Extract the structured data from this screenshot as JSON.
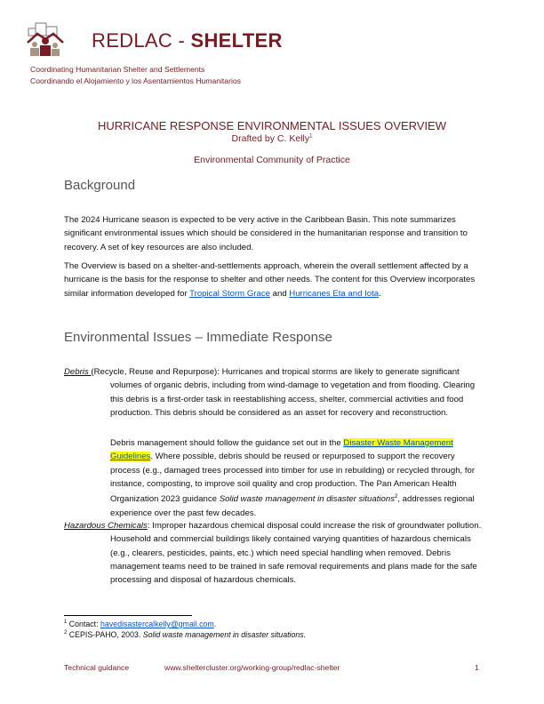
{
  "header": {
    "logo_light": "REDLAC - ",
    "logo_bold": "SHELTER",
    "tagline_en": "Coordinating Humanitarian Shelter and Settlements",
    "tagline_es": "Coordinando el Alojamiento y los Asentamientos Humanitarios"
  },
  "title": {
    "main": "HURRICANE RESPONSE ENVIRONMENTAL ISSUES OVERVIEW",
    "byline": "Drafted by C. Kelly",
    "byline_sup": "1",
    "community": "Environmental Community of Practice"
  },
  "background": {
    "heading": "Background",
    "p1": "The 2024 Hurricane season is expected to be very active in the Caribbean Basin. This note summarizes significant environmental issues which should be considered in the humanitarian response and transition to recovery. A set of key resources are also included.",
    "p2_start": "The Overview is based on a shelter-and-settlements approach, wherein the overall settlement affected by a hurricane is the basis for the response to shelter and other needs. The content for this Overview incorporates similar information developed for ",
    "link1": "Tropical Storm Grace",
    "p2_mid": " and ",
    "link2": "Hurricanes Eta and Iota",
    "p2_end": "."
  },
  "issues": {
    "heading": "Environmental Issues – Immediate Response",
    "debris_term": "Debris ",
    "debris_text": "(Recycle, Reuse and Repurpose): Hurricanes and tropical storms are likely to generate significant volumes of organic debris, including from wind-damage to vegetation and from flooding. Clearing this debris is a first-order task in reestablishing access, shelter, commercial activities and food production. This debris should be considered as an asset for recovery and reconstruction.",
    "debris2_start": "Debris management should follow the guidance set out in the ",
    "debris2_link": "Disaster Waste Management Guidelines",
    "debris2_mid": ". Where possible, debris should be reused or repurposed to support the recovery process (e.g., damaged trees processed into timber for use in rebuilding) or recycled through, for instance, composting, to improve soil quality and crop production. The Pan American Health Organization 2023 guidance ",
    "debris2_italic": "Solid waste management in disaster situations",
    "debris2_sup": "2",
    "debris2_end": ", addresses regional experience over the past few decades.",
    "haz_term": "Hazardous Chemicals",
    "haz_text": ": Improper hazardous chemical disposal could increase the risk of groundwater pollution. Household and commercial buildings likely contained varying quantities of hazardous chemicals (e.g., clearers, pesticides, paints, etc.) which need special handling when removed. Debris management teams need to be trained in safe removal requirements and plans made for the safe processing and disposal of hazardous chemicals."
  },
  "footnotes": [
    {
      "num": "1",
      "text": " Contact: ",
      "link": "havedisastercalkelly@gmail.com",
      "end": "."
    },
    {
      "num": "2",
      "text": " CEPIS-PAHO, 2003. ",
      "italic": "Solid waste management in disaster situations."
    }
  ],
  "footer": {
    "left": "Technical guidance",
    "url": "www.sheltercluster.org/working-group/redlac-shelter",
    "page": "1"
  }
}
